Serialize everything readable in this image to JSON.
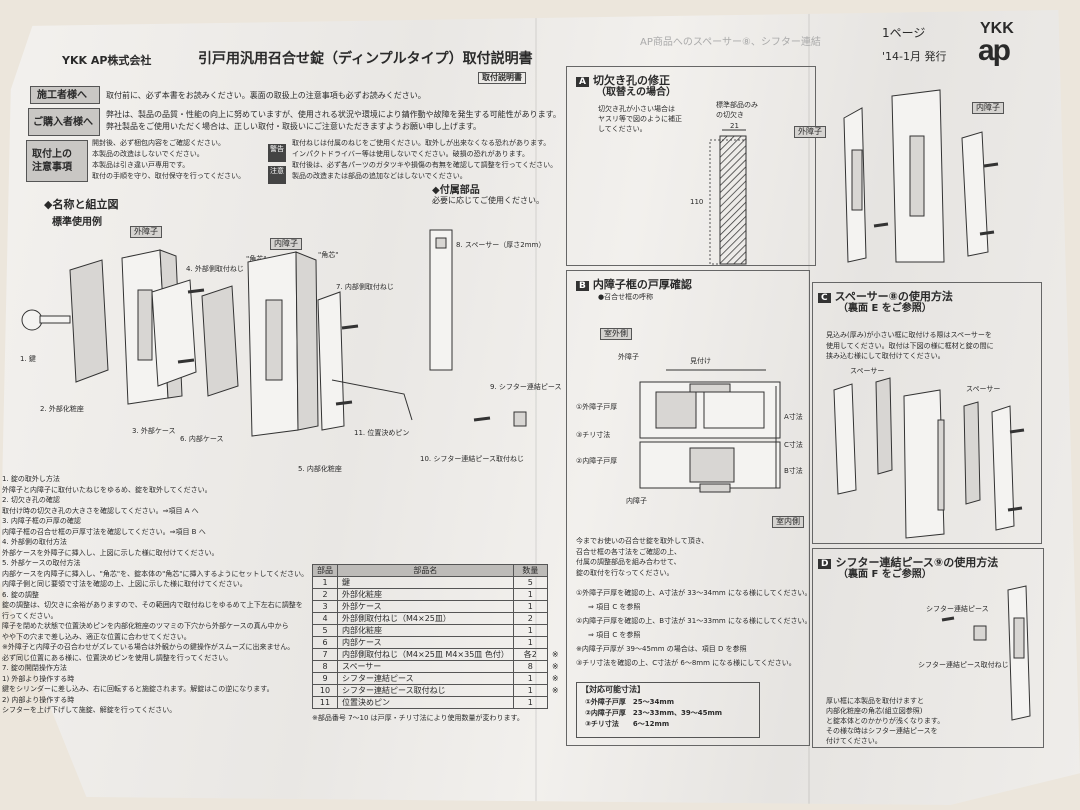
{
  "header": {
    "company": "YKK AP株式会社",
    "title": "引戸用汎用召合せ錠（ディンプルタイプ）取付説明書",
    "page": "1ページ",
    "date": "'14-1",
    "issued": "月 発行",
    "logo_top": "YKK",
    "logo_bottom": "ap",
    "tab": "取付説明書",
    "bleed_text": "AP商品へのスペーサー⑧、シフター連結"
  },
  "notices": {
    "installer_label": "施工者様へ",
    "installer_text": "取付前に、必ず本書をお読みください。裏面の取扱上の注意事項も必ずお読みください。",
    "buyer_label": "ご購入者様へ",
    "buyer_text_1": "弊社は、製品の品質・性能の向上に努めていますが、使用される状況や環境により錆作動や故障を発生する可能性があります。",
    "buyer_text_2": "弊社製品をご使用いただく場合は、正しい取付・取扱いにご注意いただきますようお願い申し上げます。",
    "caution_label_1": "取付上の",
    "caution_label_2": "注意事項",
    "caution_left": [
      "開封後、必ず梱包内容をご確認ください。",
      "本製品の改造はしないでください。",
      "本製品は引き違い戸専用です。",
      "取付の手順を守り、取付保守を行ってください。"
    ],
    "warn_label": "警告",
    "note_label": "注意",
    "caution_right": [
      "取付ねじは付属のねじをご使用ください。取外しが出来なくなる恐れがあります。",
      "インパクトドライバー等は使用しないでください。破損の恐れがあります。",
      "取付後は、必ず各パーツのガタツキや損傷の有無を確認して調整を行ってください。",
      "製品の改造または部品の追加などはしないでください。"
    ]
  },
  "names": {
    "heading": "◆名称と組立図",
    "standard": "標準使用例",
    "outer_shoji": "外障子",
    "inner_shoji": "内障子",
    "kado": "\"角芯\"",
    "kado2": "\"角芯\"",
    "labels": [
      "1. 鍵",
      "2. 外部化粧座",
      "3. 外部ケース",
      "4. 外部側取付ねじ",
      "5. 内部化粧座",
      "6. 内部ケース",
      "7. 内部側取付ねじ",
      "8. スペーサー（厚さ2mm）",
      "9. シフター連結ピース",
      "10. シフター連結ピース取付ねじ",
      "11. 位置決めピン"
    ],
    "accessory_title": "◆付属部品",
    "accessory_note": "必要に応じてご使用ください。"
  },
  "steps": {
    "lines": [
      "1. 錠の取外し方法",
      "外障子と内障子に取付いたねじをゆるめ、錠を取外してください。",
      "2. 切欠き孔の確認",
      "取付け時の切欠き孔の大きさを確認してください。⇒項目 A へ",
      "3. 内障子框の戸厚の確認",
      "内障子框の召合せ框の戸厚寸法を確認してください。⇒項目 B へ",
      "4. 外部側の取付方法",
      "外部ケースを外障子に挿入し、上図に示した様に取付けてください。",
      "5. 外部ケースの取付方法",
      "内部ケースを内障子に挿入し、\"角芯\"を、錠本体の\"角芯\"に挿入するようにセットしてください。",
      "内障子側と同じ要領で寸法を確認の上、上図に示した様に取付けてください。",
      "6. 錠の調整",
      "錠の調整は、切欠きに余裕がありますので、その範囲内で取付ねじをゆるめて上下左右に調整を",
      "行ってください。",
      "障子を閉めた状態で位置決めピンを内部化粧座のツマミの下穴から外部ケースの真ん中から",
      "やや下の穴まで差し込み、適正な位置に合わせてください。",
      "※外障子と内障子の召合わせがズレている場合は外観からの鍵操作がスムーズに出来ません。",
      "必ず同じ位置にある様に、位置決めピンを使用し調整を行ってください。",
      "7. 錠の開閉操作方法",
      "1) 外部より操作する時",
      "鍵をシリンダーに差し込み、右に回転すると施錠されます。解錠はこの逆になります。",
      "2) 内部より操作する時",
      "シフターを上げ下げして施錠、解錠を行ってください。"
    ]
  },
  "parts_table": {
    "headers": [
      "部品",
      "部品名",
      "数量"
    ],
    "rows": [
      {
        "no": "1",
        "name": "鍵",
        "qty": "5",
        "mark": ""
      },
      {
        "no": "2",
        "name": "外部化粧座",
        "qty": "1",
        "mark": ""
      },
      {
        "no": "3",
        "name": "外部ケース",
        "qty": "1",
        "mark": ""
      },
      {
        "no": "4",
        "name": "外部側取付ねじ（M4×25皿）",
        "qty": "2",
        "mark": ""
      },
      {
        "no": "5",
        "name": "内部化粧座",
        "qty": "1",
        "mark": ""
      },
      {
        "no": "6",
        "name": "内部ケース",
        "qty": "1",
        "mark": ""
      },
      {
        "no": "7",
        "name": "内部側取付ねじ（M4×25皿 M4×35皿 色付）",
        "qty": "各2",
        "mark": "※"
      },
      {
        "no": "8",
        "name": "スペーサー",
        "qty": "8",
        "mark": "※"
      },
      {
        "no": "9",
        "name": "シフター連結ピース",
        "qty": "1",
        "mark": "※"
      },
      {
        "no": "10",
        "name": "シフター連結ピース取付ねじ",
        "qty": "1",
        "mark": "※"
      },
      {
        "no": "11",
        "name": "位置決めピン",
        "qty": "1",
        "mark": ""
      }
    ],
    "footnote": "※部品番号 7〜10 は戸厚・チリ寸法により使用数量が変わります。"
  },
  "sectionA": {
    "label": "A",
    "title_1": "切欠き孔の修正",
    "title_2": "（取替えの場合）",
    "note_1": "切欠き孔が小さい場合は",
    "note_2": "ヤスリ等で図のように補正",
    "note_3": "してください。",
    "std_1": "標準部品のみ",
    "std_2": "の切欠き",
    "dim_w": "21",
    "dim_h": "110",
    "outer": "外障子",
    "inner": "内障子"
  },
  "sectionB": {
    "label": "B",
    "title": "内障子框の戸厚確認",
    "sub": "●召合せ框の呼称",
    "outdoor": "室外側",
    "indoor": "室内側",
    "outer_shoji": "外障子",
    "inner_shoji": "内障子",
    "mitsuke": "見付け",
    "dims_left": [
      "①外障子戸厚",
      "③チリ寸法",
      "②内障子戸厚"
    ],
    "dims_right": [
      "A寸法",
      "C寸法",
      "B寸法"
    ],
    "intro": [
      "今までお使いの召合せ錠を取外して頂き、",
      "召合せ框の各寸法をご確認の上、",
      "付属の調整部品を組み合わせて、",
      "錠の取付を行なってください。"
    ],
    "check": [
      "①外障子戸厚を確認の上、A寸法が 33〜34mm になる様にしてください。",
      "⇒ 項目 C を参照",
      "②内障子戸厚を確認の上、B寸法が 31〜33mm になる様にしてください。",
      "⇒ 項目 C を参照",
      "※内障子戸厚が 39〜45mm の場合は、項目 D を参照",
      "③チリ寸法を確認の上、C寸法が 6〜8mm になる様にしてください。"
    ],
    "compat_title": "【対応可能寸法】",
    "compat": [
      "①外障子戸厚　25〜34mm",
      "②内障子戸厚　23〜33mm、39〜45mm",
      "③チリ寸法　　6〜12mm"
    ]
  },
  "sectionC": {
    "label": "C",
    "title": "スペーサー⑧の使用方法",
    "sub": "（裏面 E をご参照）",
    "desc": [
      "見込み(厚み)が小さい框に取付ける際はスペーサーを",
      "使用してください。取付は下図の様に框材と錠の間に",
      "挟み込む様にして取付けてください。"
    ],
    "spacer_l": "スペーサー",
    "spacer_r": "スペーサー"
  },
  "sectionD": {
    "label": "D",
    "title": "シフター連結ピース⑨の使用方法",
    "sub": "（裏面 F をご参照）",
    "piece": "シフター連結ピース",
    "screw": "シフター連結ピース取付ねじ",
    "desc": [
      "厚い框に本製品を取付けますと",
      "内部化粧座の角芯(組立図参照)",
      "と錠本体とのかかりが浅くなります。",
      "その様な時はシフター連結ピースを",
      "付けてください。"
    ]
  }
}
